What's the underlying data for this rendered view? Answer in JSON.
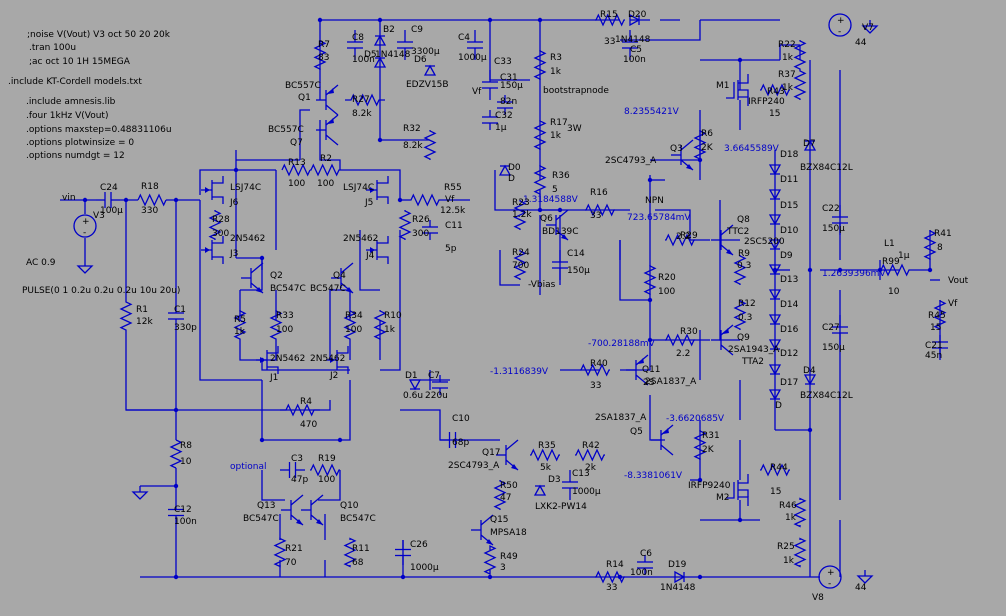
{
  "directives": [
    ";noise V(Vout) V3 oct 50 20 20k",
    ".tran 100u",
    ";ac oct 10 1H 15MEGA",
    ".include KT-Cordell models.txt",
    ".include amnesis.lib",
    ".four 1kHz V(Vout)",
    ".options maxstep=0.48831106u",
    ".options plotwinsize = 0",
    ".options numdgt = 12"
  ],
  "sources": {
    "v3": "V3",
    "v3_ac": "AC 0.9",
    "v3_pulse": "PULSE(0 1 0.2u 0.2u 0.2u 10u 20u)",
    "v7": "V7",
    "v7_val": "44",
    "v8": "V8",
    "v8_val": "44"
  },
  "nets": {
    "vin": "vin",
    "vf": "Vf",
    "vf2": "Vf",
    "vout": "Vout",
    "vbias": "-Vbias",
    "bootstrap": "bootstrapnode",
    "optional": "optional",
    "npn": "NPN",
    "d": "D"
  },
  "probes": [
    "8.2355421V",
    "3.6645589V",
    "1.3184588V",
    "723.65784mV",
    "1.2639396mV",
    "-700.28188mV",
    "-1.3116839V",
    "-3.6620685V",
    "-8.3381061V"
  ],
  "components": [
    {
      "ref": "C24",
      "val": "100µ"
    },
    {
      "ref": "R18",
      "val": "330"
    },
    {
      "ref": "R1",
      "val": "12k"
    },
    {
      "ref": "C1",
      "val": "330p"
    },
    {
      "ref": "R8",
      "val": "10"
    },
    {
      "ref": "C12",
      "val": "100n"
    },
    {
      "ref": "R7",
      "val": "83"
    },
    {
      "ref": "C8",
      "val": "100n"
    },
    {
      "ref": "D5",
      "val": "1N4148"
    },
    {
      "ref": "B2",
      "val": ""
    },
    {
      "ref": "D2",
      "val": "1N4148"
    },
    {
      "ref": "C9",
      "val": "3300µ"
    },
    {
      "ref": "D6",
      "val": "EDZV15B"
    },
    {
      "ref": "R27",
      "val": "8.2k"
    },
    {
      "ref": "R32",
      "val": "8.2k"
    },
    {
      "ref": "Q1",
      "val": "BC557C"
    },
    {
      "ref": "Q7",
      "val": "BC557C"
    },
    {
      "ref": "R13",
      "val": "100"
    },
    {
      "ref": "R2",
      "val": "100"
    },
    {
      "ref": "J6",
      "val": "LSJ74C"
    },
    {
      "ref": "J5",
      "val": "LSJ74C"
    },
    {
      "ref": "R28",
      "val": "300"
    },
    {
      "ref": "R26",
      "val": "300"
    },
    {
      "ref": "J3",
      "val": "2N5462"
    },
    {
      "ref": "J4",
      "val": "2N5462"
    },
    {
      "ref": "Q2",
      "val": "BC547C"
    },
    {
      "ref": "Q4",
      "val": "BC547C"
    },
    {
      "ref": "R5",
      "val": "1k"
    },
    {
      "ref": "R33",
      "val": "100"
    },
    {
      "ref": "R34",
      "val": "100"
    },
    {
      "ref": "R10",
      "val": "1k"
    },
    {
      "ref": "J1",
      "val": "2N5462"
    },
    {
      "ref": "J2",
      "val": "2N5462"
    },
    {
      "ref": "R55",
      "val": "12.5k"
    },
    {
      "ref": "C11",
      "val": "5p"
    },
    {
      "ref": "D1",
      "val": "0.6u"
    },
    {
      "ref": "C7",
      "val": "220u"
    },
    {
      "ref": "R4",
      "val": "470"
    },
    {
      "ref": "C3",
      "val": "47p"
    },
    {
      "ref": "R19",
      "val": "100"
    },
    {
      "ref": "Q13",
      "val": "BC547C"
    },
    {
      "ref": "Q10",
      "val": "BC547C"
    },
    {
      "ref": "R21",
      "val": "70"
    },
    {
      "ref": "R11",
      "val": "68"
    },
    {
      "ref": "C26",
      "val": "1000µ"
    },
    {
      "ref": "C4",
      "val": "1000µ"
    },
    {
      "ref": "C33",
      "val": "150µ"
    },
    {
      "ref": "C31",
      "val": "82n"
    },
    {
      "ref": "C32",
      "val": "1µ"
    },
    {
      "ref": "R3",
      "val": "1k"
    },
    {
      "ref": "R17",
      "val": "1k"
    },
    {
      "ref": "R36",
      "val": "5"
    },
    {
      "ref": "D0",
      "val": ""
    },
    {
      "ref": "R23",
      "val": "1.2k"
    },
    {
      "ref": "R24",
      "val": "700"
    },
    {
      "ref": "Q6",
      "val": "BD139C"
    },
    {
      "ref": "C14",
      "val": "150µ"
    },
    {
      "ref": "R16",
      "val": "33"
    },
    {
      "ref": "R15",
      "val": "33"
    },
    {
      "ref": "D20",
      "val": "1N4148"
    },
    {
      "ref": "C5",
      "val": "100n"
    },
    {
      "ref": "Q3",
      "val": "2SC4793_A"
    },
    {
      "ref": "R6",
      "val": "2K"
    },
    {
      "ref": "R29",
      "val": "2.2"
    },
    {
      "ref": "Q8",
      "val": "TTC2"
    },
    {
      "ref": "Q8b",
      "val": "2SC5200"
    },
    {
      "ref": "R9",
      "val": "0.3"
    },
    {
      "ref": "R20",
      "val": "100"
    },
    {
      "ref": "R12",
      "val": "0.3"
    },
    {
      "ref": "R30",
      "val": "2.2"
    },
    {
      "ref": "Q9",
      "val": "2SA1943_A"
    },
    {
      "ref": "Q9b",
      "val": "TTA2"
    },
    {
      "ref": "R40",
      "val": "33"
    },
    {
      "ref": "Q11",
      "val": "2SA1837_A"
    },
    {
      "ref": "Q11b",
      "val": "2S"
    },
    {
      "ref": "Q5",
      "val": "2SA1837_A"
    },
    {
      "ref": "R31",
      "val": "2K"
    },
    {
      "ref": "C10",
      "val": "68p"
    },
    {
      "ref": "Q17",
      "val": "2SC4793_A"
    },
    {
      "ref": "R35",
      "val": "5k"
    },
    {
      "ref": "R42",
      "val": "2k"
    },
    {
      "ref": "C13",
      "val": "1000µ"
    },
    {
      "ref": "D3",
      "val": "LXK2-PW14"
    },
    {
      "ref": "R50",
      "val": "47"
    },
    {
      "ref": "Q15",
      "val": "MPSA18"
    },
    {
      "ref": "R49",
      "val": "3"
    },
    {
      "ref": "R14",
      "val": "33"
    },
    {
      "ref": "C6",
      "val": "100n"
    },
    {
      "ref": "D19",
      "val": "1N4148"
    },
    {
      "ref": "M1",
      "val": "IRFP240"
    },
    {
      "ref": "R43",
      "val": "15"
    },
    {
      "ref": "M2",
      "val": "IRFP9240"
    },
    {
      "ref": "R44",
      "val": "15"
    },
    {
      "ref": "R22",
      "val": "1k"
    },
    {
      "ref": "R37",
      "val": "1k"
    },
    {
      "ref": "D7",
      "val": "BZX84C12L"
    },
    {
      "ref": "D4",
      "val": "BZX84C12L"
    },
    {
      "ref": "R46",
      "val": "1k"
    },
    {
      "ref": "R25",
      "val": "1k"
    },
    {
      "ref": "C22",
      "val": "150µ"
    },
    {
      "ref": "C27",
      "val": "150µ"
    },
    {
      "ref": "L1",
      "val": "1µ"
    },
    {
      "ref": "R99",
      "val": "10"
    },
    {
      "ref": "R41",
      "val": "8"
    },
    {
      "ref": "R45",
      "val": "15"
    },
    {
      "ref": "C21",
      "val": "45n"
    }
  ],
  "diodes_chain": [
    "D18",
    "D11",
    "D15",
    "D10",
    "D9",
    "D13",
    "D14",
    "D16",
    "D12",
    "D17"
  ]
}
